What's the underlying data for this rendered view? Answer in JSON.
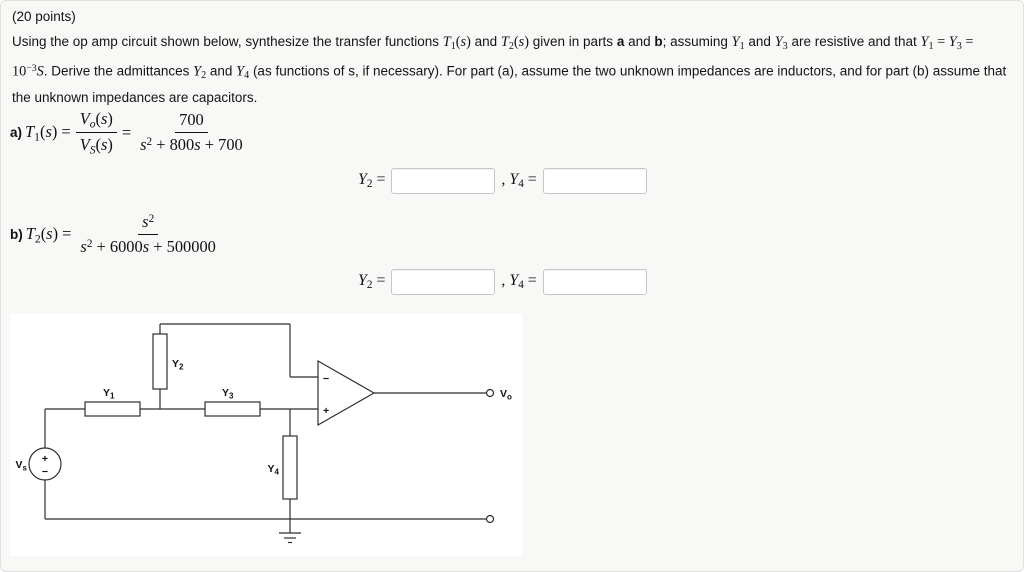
{
  "problem": {
    "points": "(20 points)",
    "statement": [
      {
        "t": "Using the op amp circuit shown below, synthesize the transfer functions "
      },
      {
        "t": "T",
        "s": "mi"
      },
      {
        "t": "1",
        "s": "sub"
      },
      {
        "t": "(",
        "s": "sr"
      },
      {
        "t": "s",
        "s": "mi"
      },
      {
        "t": ")",
        "s": "sr"
      },
      {
        "t": " and "
      },
      {
        "t": "T",
        "s": "mi"
      },
      {
        "t": "2",
        "s": "sub"
      },
      {
        "t": "(",
        "s": "sr"
      },
      {
        "t": "s",
        "s": "mi"
      },
      {
        "t": ")",
        "s": "sr"
      },
      {
        "t": " given in parts "
      },
      {
        "t": "a",
        "s": "b"
      },
      {
        "t": " and "
      },
      {
        "t": "b",
        "s": "b"
      },
      {
        "t": "; assuming "
      },
      {
        "t": "Y",
        "s": "mi"
      },
      {
        "t": "1",
        "s": "sub"
      },
      {
        "t": " and "
      },
      {
        "t": "Y",
        "s": "mi"
      },
      {
        "t": "3",
        "s": "sub"
      },
      {
        "t": " are resistive and that "
      },
      {
        "t": "Y",
        "s": "mi"
      },
      {
        "t": "1",
        "s": "sub"
      },
      {
        "t": " = ",
        "s": "sr"
      },
      {
        "t": "Y",
        "s": "mi"
      },
      {
        "t": "3",
        "s": "sub"
      },
      {
        "t": " = 10",
        "s": "sr"
      },
      {
        "t": "−3",
        "s": "sup"
      },
      {
        "t": "S",
        "s": "mi"
      },
      {
        "t": ". Derive the admittances "
      },
      {
        "t": "Y",
        "s": "mi"
      },
      {
        "t": "2",
        "s": "sub"
      },
      {
        "t": " and "
      },
      {
        "t": "Y",
        "s": "mi"
      },
      {
        "t": "4",
        "s": "sub"
      },
      {
        "t": " (as functions of s, if necessary). For part (a), assume the two unknown impedances are inductors, and for part (b) assume that the unknown impedances are capacitors."
      }
    ]
  },
  "part_a": {
    "label": [
      {
        "t": "a) ",
        "s": "b"
      }
    ],
    "lhs": [
      {
        "t": "T",
        "s": "mi"
      },
      {
        "t": "1",
        "s": "sub"
      },
      {
        "t": "(",
        "s": "sr"
      },
      {
        "t": "s",
        "s": "mi"
      },
      {
        "t": ")",
        "s": "sr"
      },
      {
        "t": " = ",
        "s": "sr"
      }
    ],
    "frac1": {
      "num": [
        {
          "t": "V",
          "s": "mi"
        },
        {
          "t": "o",
          "s": "misub"
        },
        {
          "t": "(",
          "s": "sr"
        },
        {
          "t": "s",
          "s": "mi"
        },
        {
          "t": ")",
          "s": "sr"
        }
      ],
      "den": [
        {
          "t": "V",
          "s": "mi"
        },
        {
          "t": "S",
          "s": "misub"
        },
        {
          "t": "(",
          "s": "sr"
        },
        {
          "t": "s",
          "s": "mi"
        },
        {
          "t": ")",
          "s": "sr"
        }
      ]
    },
    "equals": [
      {
        "t": "=",
        "s": "sr"
      }
    ],
    "frac2": {
      "num": [
        {
          "t": "700",
          "s": "sr"
        }
      ],
      "den": [
        {
          "t": "s",
          "s": "mi"
        },
        {
          "t": "2",
          "s": "sup"
        },
        {
          "t": " + 800",
          "s": "sr"
        },
        {
          "t": "s",
          "s": "mi"
        },
        {
          "t": " + 700",
          "s": "sr"
        }
      ]
    }
  },
  "answers_a": {
    "y2_label": [
      {
        "t": "Y",
        "s": "mi"
      },
      {
        "t": "2",
        "s": "sub"
      },
      {
        "t": " = ",
        "s": "sr"
      }
    ],
    "y2_value": "",
    "y4_label": [
      {
        "t": ", ",
        "s": "sr"
      },
      {
        "t": "Y",
        "s": "mi"
      },
      {
        "t": "4",
        "s": "sub"
      },
      {
        "t": " = ",
        "s": "sr"
      }
    ],
    "y4_value": ""
  },
  "part_b": {
    "label": [
      {
        "t": "b) ",
        "s": "b"
      }
    ],
    "lhs": [
      {
        "t": "T",
        "s": "mi"
      },
      {
        "t": "2",
        "s": "sub"
      },
      {
        "t": "(",
        "s": "sr"
      },
      {
        "t": "s",
        "s": "mi"
      },
      {
        "t": ")",
        "s": "sr"
      },
      {
        "t": " = ",
        "s": "sr"
      }
    ],
    "frac": {
      "num": [
        {
          "t": "s",
          "s": "mi"
        },
        {
          "t": "2",
          "s": "sup"
        }
      ],
      "den": [
        {
          "t": "s",
          "s": "mi"
        },
        {
          "t": "2",
          "s": "sup"
        },
        {
          "t": " + 6000",
          "s": "sr"
        },
        {
          "t": "s",
          "s": "mi"
        },
        {
          "t": " + 500000",
          "s": "sr"
        }
      ]
    }
  },
  "answers_b": {
    "y2_label": [
      {
        "t": "Y",
        "s": "mi"
      },
      {
        "t": "2",
        "s": "sub"
      },
      {
        "t": " = ",
        "s": "sr"
      }
    ],
    "y2_value": "",
    "y4_label": [
      {
        "t": ", ",
        "s": "sr"
      },
      {
        "t": "Y",
        "s": "mi"
      },
      {
        "t": "4",
        "s": "sub"
      },
      {
        "t": " = ",
        "s": "sr"
      }
    ],
    "y4_value": ""
  },
  "circuit": {
    "labels": {
      "vs": [
        "V",
        "s"
      ],
      "y1": [
        "Y",
        "1"
      ],
      "y2": [
        "Y",
        "2"
      ],
      "y3": [
        "Y",
        "3"
      ],
      "y4": [
        "Y",
        "4"
      ],
      "vo": [
        "V",
        "o"
      ]
    },
    "signs": {
      "src_plus": "+",
      "src_minus": "−",
      "amp_minus": "−",
      "amp_plus": "+"
    }
  }
}
